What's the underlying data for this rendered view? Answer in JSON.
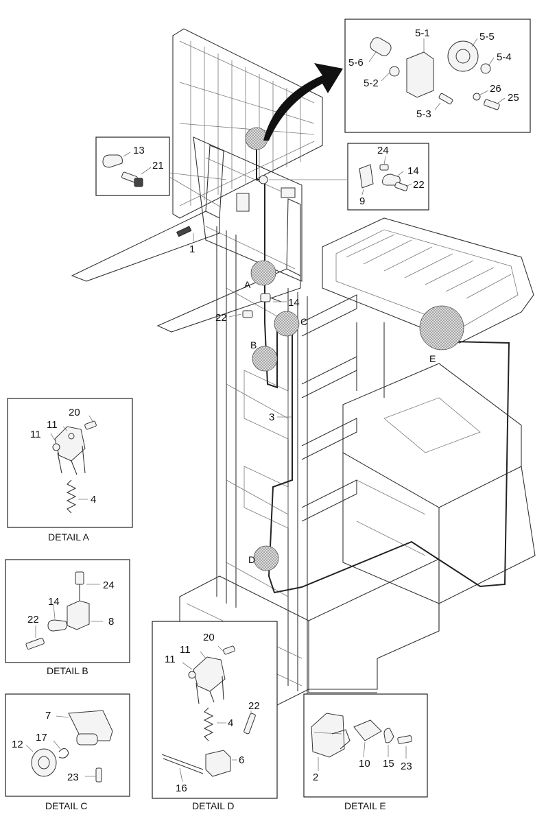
{
  "detail_captions": {
    "a": "DETAIL A",
    "b": "DETAIL B",
    "c": "DETAIL C",
    "d": "DETAIL D",
    "e": "DETAIL E"
  },
  "location_markers": {
    "a": "A",
    "b": "B",
    "c": "C",
    "d": "D",
    "e": "E"
  },
  "callouts": {
    "main": {
      "p1": "1",
      "p3": "3",
      "p14": "14",
      "p22": "22"
    },
    "inset_top": {
      "p5_1": "5-1",
      "p5_5": "5-5",
      "p5_6": "5-6",
      "p5_4": "5-4",
      "p5_2": "5-2",
      "p26": "26",
      "p25": "25",
      "p5_3": "5-3"
    },
    "inset_left": {
      "p13": "13",
      "p21": "21"
    },
    "inset_right": {
      "p24": "24",
      "p14": "14",
      "p22": "22",
      "p9": "9"
    },
    "detail_a": {
      "p20": "20",
      "p11a": "11",
      "p11b": "11",
      "p4": "4"
    },
    "detail_b": {
      "p24": "24",
      "p14": "14",
      "p22": "22",
      "p8": "8"
    },
    "detail_c": {
      "p7": "7",
      "p12": "12",
      "p17": "17",
      "p23": "23"
    },
    "detail_d": {
      "p20": "20",
      "p11a": "11",
      "p11b": "11",
      "p22": "22",
      "p4": "4",
      "p6": "6",
      "p16": "16"
    },
    "detail_e": {
      "p2": "2",
      "p10": "10",
      "p15": "15",
      "p23": "23"
    }
  }
}
